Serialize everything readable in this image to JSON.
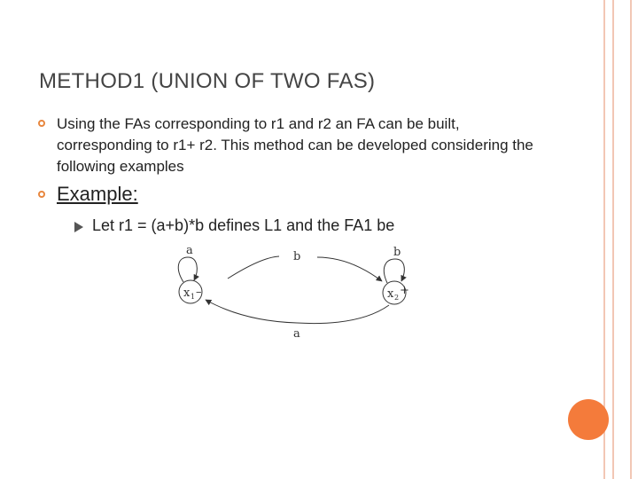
{
  "slide": {
    "title": "METHOD1 (UNION OF TWO FAS)",
    "bullets": [
      {
        "text": "Using the FAs corresponding to r1 and r2 an FA can be built, corresponding to r1+ r2. This method can be developed considering the following examples"
      },
      {
        "text": "Example:"
      }
    ],
    "sub_bullet": "Let r1 = (a+b)*b defines L1 and the FA1 be"
  },
  "diagram": {
    "states": [
      {
        "id": "x1",
        "label_main": "x",
        "label_sub": "1",
        "label_suffix": "–",
        "initial": true,
        "final": false
      },
      {
        "id": "x2",
        "label_main": "x",
        "label_sub": "2",
        "label_suffix": "+",
        "initial": false,
        "final": true
      }
    ],
    "transitions": [
      {
        "from": "x1",
        "to": "x1",
        "label": "a"
      },
      {
        "from": "x2",
        "to": "x2",
        "label": "b"
      },
      {
        "from": "x1",
        "to": "x2",
        "label": "b"
      },
      {
        "from": "x2",
        "to": "x1",
        "label": "a"
      }
    ]
  },
  "colors": {
    "accent_orange": "#f47b3b",
    "frame_line": "#f2c7b5",
    "title": "#444444"
  }
}
